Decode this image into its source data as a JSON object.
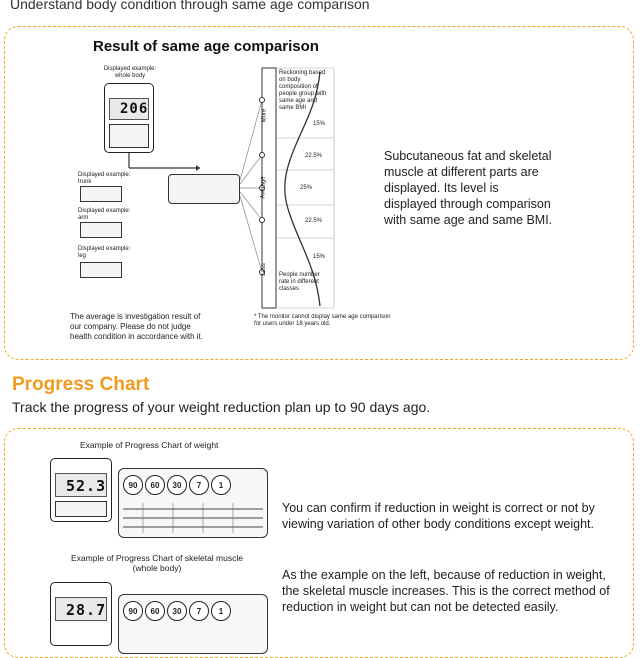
{
  "intro": "Understand body condition through same age comparison",
  "comparison": {
    "title": "Result of same age comparison",
    "displayed_whole_body": "Displayed example:\nwhole body",
    "displayed_trunk": "Displayed example:\ntrunk",
    "displayed_arm": "Displayed example:\narm",
    "displayed_leg": "Displayed example:\nleg",
    "main_digits": "206",
    "scale_labels": {
      "more": "More",
      "average": "Average",
      "less": "Less"
    },
    "reckoning_note": "Reckoning based on body composition of people group with same age and same BMI",
    "percent_top": "15%",
    "percent_upper": "22.5%",
    "percent_mid": "25%",
    "percent_lower": "22.5%",
    "percent_bottom": "15%",
    "people_note": "People number rate in different classes",
    "average_note": "The average is investigation result of our company. Please do not judge health condition in accordance with it.",
    "monitor_note": "* The monitor cannot display same age comparison for users under 18 years old.",
    "description": "Subcutaneous fat and skeletal muscle at different parts are displayed. Its level is displayed through comparison with same age and same BMI."
  },
  "progress": {
    "title": "Progress Chart",
    "subtitle": "Track the progress of your weight reduction plan up to 90 days ago.",
    "example_weight": "Example of Progress Chart of weight",
    "example_muscle": "Example of Progress Chart of skeletal muscle\n(whole body)",
    "weight_digits": "52.3",
    "muscle_digits": "28.7",
    "buttons": [
      "90",
      "60",
      "30",
      "7",
      "1"
    ],
    "desc1": "You can confirm if reduction in weight is correct or not by viewing variation of other body conditions except weight.",
    "desc2": "As the example on the left, because of reduction in weight, the skeletal muscle increases. This is the correct method of reduction in weight but can not be detected easily."
  }
}
